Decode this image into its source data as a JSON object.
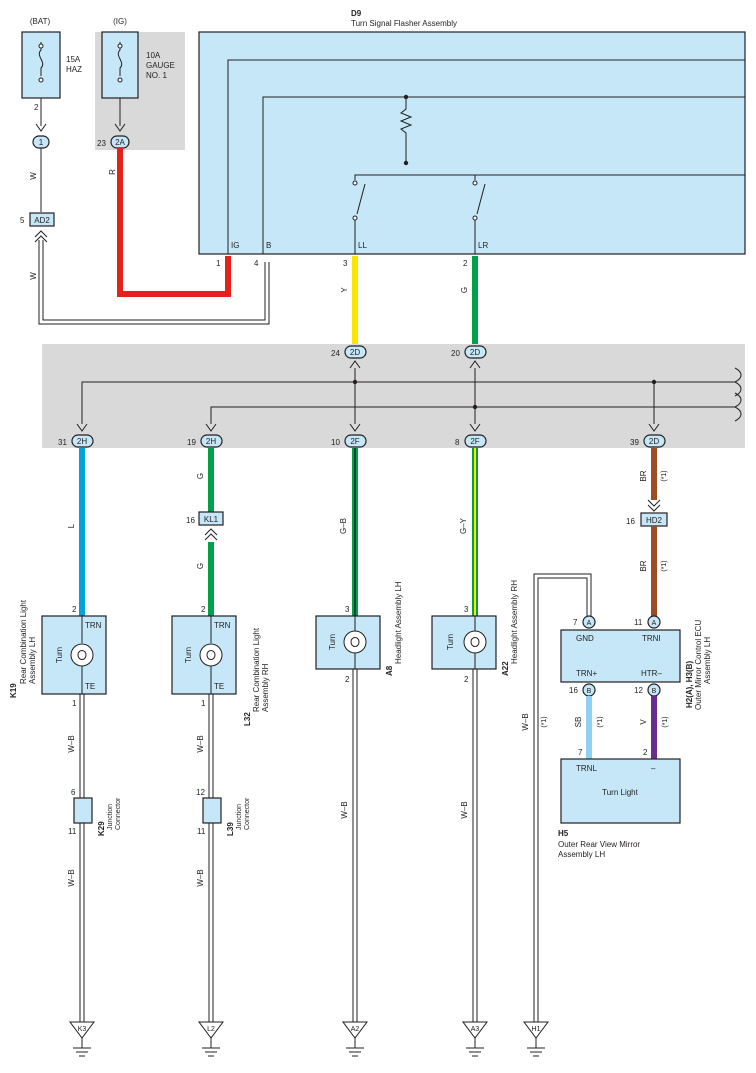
{
  "top": {
    "bat_label": "(BAT)",
    "ig_label": "(IG)",
    "fuse1": {
      "rating": "15A",
      "name": "HAZ",
      "pin": "2"
    },
    "fuse2": {
      "rating": "10A",
      "name_line1": "GAUGE",
      "name_line2": "NO. 1"
    },
    "conn_1": {
      "id": "1"
    },
    "conn_2a": {
      "id": "2A",
      "pin": "23"
    },
    "ad2": {
      "id": "AD2",
      "pin": "5"
    },
    "wire_w1": "W",
    "wire_w2": "W",
    "wire_r": "R"
  },
  "flasher": {
    "code": "D9",
    "name": "Turn Signal Flasher Assembly",
    "pin_ig": "IG",
    "pin_b": "B",
    "pin_ll": "LL",
    "pin_lr": "LR",
    "num_ig": "1",
    "num_b": "4",
    "num_ll": "3",
    "num_lr": "2",
    "wire_y": "Y",
    "wire_g": "G"
  },
  "junction_block": {
    "in_left": {
      "id": "2D",
      "pin": "24"
    },
    "in_right": {
      "id": "2D",
      "pin": "20"
    },
    "out": [
      {
        "id": "2H",
        "pin": "31"
      },
      {
        "id": "2H",
        "pin": "19"
      },
      {
        "id": "2F",
        "pin": "10"
      },
      {
        "id": "2F",
        "pin": "8"
      },
      {
        "id": "2D",
        "pin": "39"
      }
    ]
  },
  "branches": {
    "k19": {
      "wire": "L",
      "pin_top": "2",
      "pin_trn": "TRN",
      "pin_te": "TE",
      "bulb": "Turn",
      "pin_bottom": "1",
      "code": "K19",
      "name_line1": "Rear Combination Light",
      "name_line2": "Assembly LH",
      "wire_wb1": "W–B",
      "jc_code": "K29",
      "jc_name_line1": "Junction",
      "jc_name_line2": "Connector",
      "jc_pin_in": "6",
      "jc_pin_out": "11",
      "wire_wb2": "W–B",
      "ground": "K3"
    },
    "l32": {
      "wire_g1": "G",
      "kl1": {
        "id": "KL1",
        "pin": "16"
      },
      "wire_g2": "G",
      "pin_top": "2",
      "pin_trn": "TRN",
      "pin_te": "TE",
      "bulb": "Turn",
      "pin_bottom": "1",
      "code": "L32",
      "name_line1": "Rear Combination Light",
      "name_line2": "Assembly RH",
      "wire_wb1": "W–B",
      "jc_code": "L39",
      "jc_name_line1": "Junction",
      "jc_name_line2": "Connector",
      "jc_pin_in": "12",
      "jc_pin_out": "11",
      "wire_wb2": "W–B",
      "ground": "L2"
    },
    "a8": {
      "wire": "G–B",
      "pin_top": "3",
      "bulb": "Turn",
      "pin_bottom": "2",
      "code": "A8",
      "name": "Headlight Assembly LH",
      "wire_wb": "W–B",
      "ground": "A2"
    },
    "a22": {
      "wire": "G–Y",
      "pin_top": "3",
      "bulb": "Turn",
      "pin_bottom": "2",
      "code": "A22",
      "name": "Headlight Assembly RH",
      "wire_wb": "W–B",
      "ground": "A3"
    },
    "mirror": {
      "wire_br1": "BR",
      "note1": "(*1)",
      "hd2": {
        "id": "HD2",
        "pin": "16"
      },
      "wire_br2": "BR",
      "note2": "(*1)",
      "ecu_code": "H2(A), H3(B)",
      "ecu_name_line1": "Outer Mirror Control ECU",
      "ecu_name_line2": "Assembly LH",
      "pin_gnd": "GND",
      "pin_trni": "TRNI",
      "pin_trnp": "TRN+",
      "pin_htr": "HTR–",
      "gnd_num": "7",
      "gnd_letter": "A",
      "trni_num": "11",
      "trni_letter": "A",
      "trnp_num": "16",
      "trnp_letter": "B",
      "htr_num": "12",
      "htr_letter": "B",
      "wire_sb": "SB",
      "note_sb": "(*1)",
      "wire_v": "V",
      "note_v": "(*1)",
      "wire_wb": "W–B",
      "note_wb": "(*1)",
      "light_pin_trnl": "TRNL",
      "light_pin_minus": "–",
      "light_num_left": "7",
      "light_num_right": "2",
      "light_name": "Turn Light",
      "h5_code": "H5",
      "h5_name_line1": "Outer Rear View Mirror",
      "h5_name_line2": "Assembly LH",
      "ground": "H1"
    }
  },
  "colors": {
    "red": "#e32219",
    "yellow": "#ffe500",
    "green": "#00a04b",
    "blue": "#00a3e0",
    "brown": "#9c4d25",
    "sky": "#8ed1f0",
    "violet": "#6a2c8f",
    "panel": "#c5e7f7",
    "gray": "#d9d9d9"
  }
}
